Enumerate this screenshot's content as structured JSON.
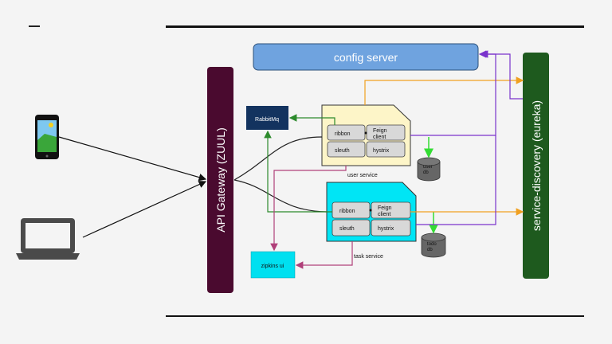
{
  "diagram": {
    "config_server": "config server",
    "api_gateway": "API Gateway (ZUUL)",
    "service_discovery": "service-discovery (eureka)",
    "rabbitmq": "RabbitMq",
    "zipkins_ui": "zipkins ui",
    "user_service": {
      "caption": "user service",
      "modules": [
        "ribbon",
        "Feign client",
        "sleuth",
        "hystrix"
      ],
      "db": "user db"
    },
    "task_service": {
      "caption": "task service",
      "modules": [
        "ribbon",
        "Feign client",
        "sleuth",
        "hystrix"
      ],
      "db": "todo db"
    },
    "clients": [
      "phone-icon",
      "laptop-icon"
    ]
  },
  "colors": {
    "config_server": "#6fa3df",
    "api_gateway": "#4a0a2f",
    "service_discovery": "#1e5a1e",
    "rabbitmq": "#13335f",
    "zipkins_ui": "#00e0f0",
    "user_service": "#fdf5c8",
    "task_service": "#00e5f5",
    "module": "#d8d8d8",
    "db": "#666666",
    "arrow_orange": "#f0a020",
    "arrow_purple": "#7a33cc",
    "arrow_green": "#2c8a2c",
    "arrow_magenta": "#b0407a"
  }
}
